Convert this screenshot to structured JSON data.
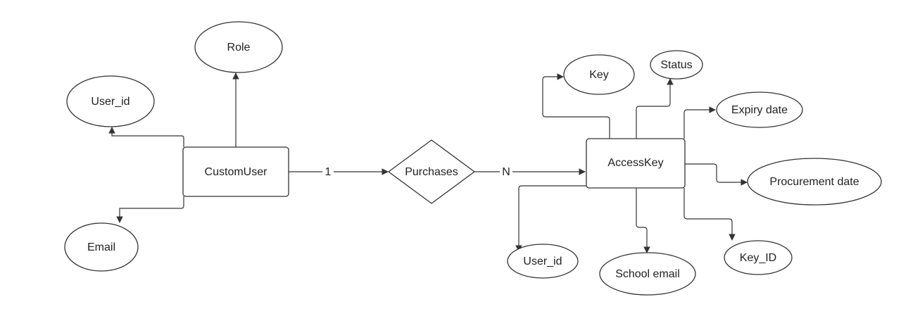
{
  "entities": {
    "custom_user": "CustomUser",
    "access_key": "AccessKey"
  },
  "relationship": {
    "name": "Purchases",
    "left_cardinality": "1",
    "right_cardinality": "N"
  },
  "attributes": {
    "role": "Role",
    "user_id_left": "User_id",
    "email": "Email",
    "key": "Key",
    "status": "Status",
    "expiry_date": "Expiry date",
    "procurement_date": "Procurement date",
    "key_id": "Key_ID",
    "school_email": "School email",
    "user_id_right": "User_id"
  }
}
